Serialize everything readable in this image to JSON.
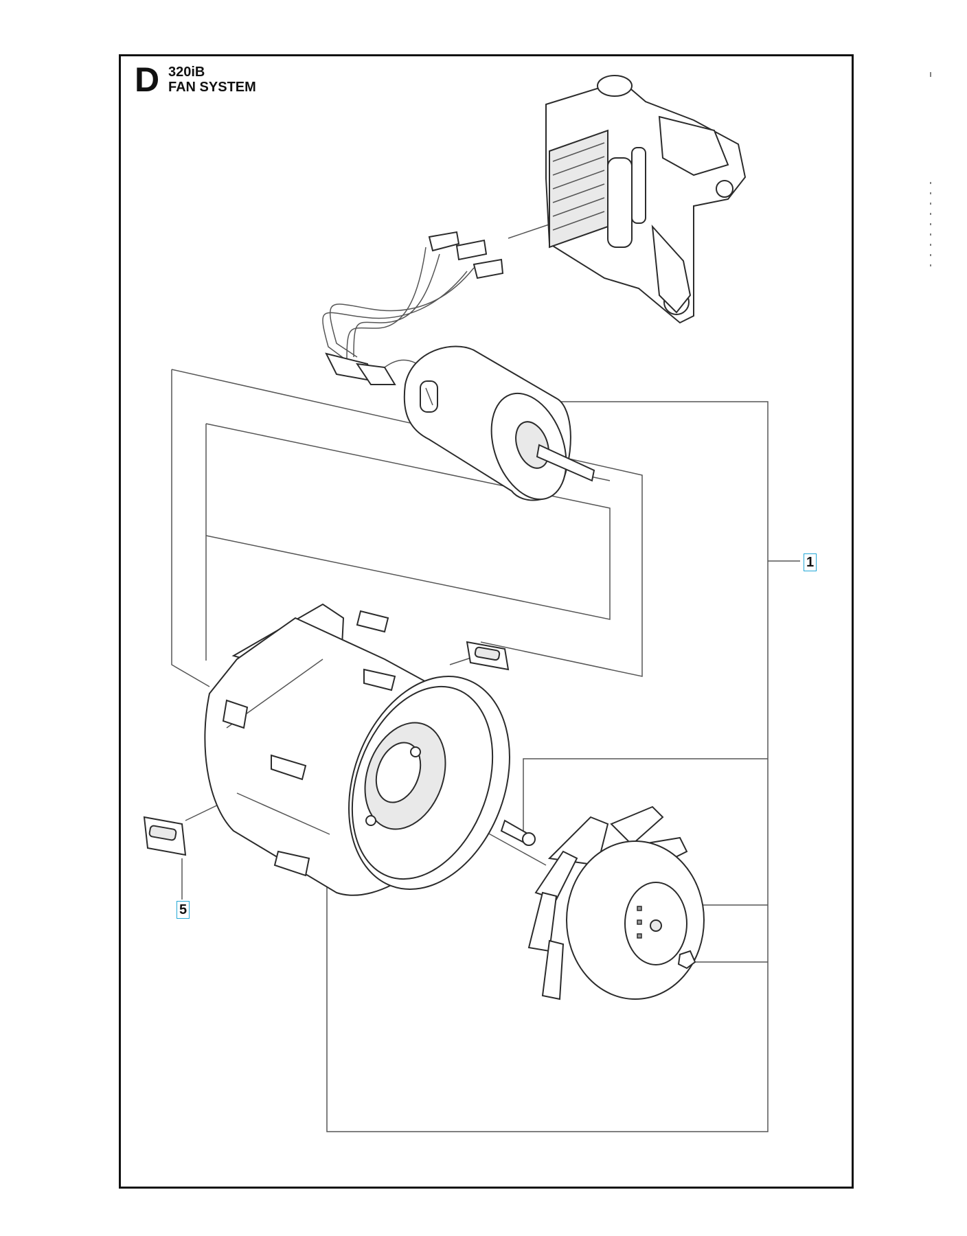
{
  "header": {
    "section_letter": "D",
    "model": "320iB",
    "title": "FAN SYSTEM"
  },
  "callouts": [
    {
      "id": "1",
      "label": "1"
    },
    {
      "id": "5",
      "label": "5"
    }
  ],
  "colors": {
    "callout_border": "#22a7d6",
    "line": "#555555",
    "frame": "#111111"
  }
}
